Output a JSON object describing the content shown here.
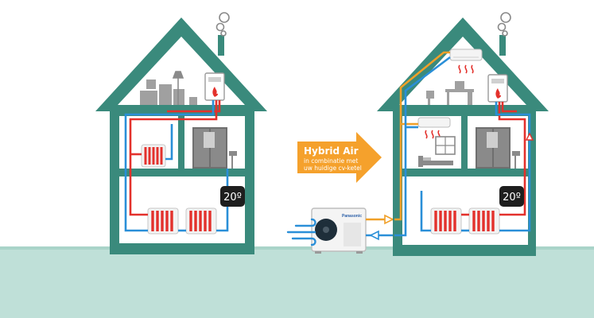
{
  "colors": {
    "house": "#3a8a7c",
    "house_dark": "#2c6e63",
    "interior": "#ffffff",
    "ground": "#bfe0d8",
    "ground_dark": "#a9d4c9",
    "hot_pipe": "#e3312c",
    "cold_pipe": "#2a8fd8",
    "air_pipe": "#f0a028",
    "arrow": "#f5a12c",
    "furniture": "#8a8a8a",
    "wind": "#2a8fd8"
  },
  "arrow": {
    "title": "Hybrid Air",
    "line1": "in combinatie met",
    "line2": "uw huidige cv-ketel"
  },
  "left_house": {
    "thermostat": "20º"
  },
  "right_house": {
    "thermostat": "20º"
  },
  "outdoor_unit": {
    "brand": "Panasonic"
  },
  "icons": {
    "smoke_left": "smoke-icon",
    "smoke_right": "smoke-icon",
    "flame": "flame-icon",
    "fan": "fan-icon",
    "wind": "wind-icon"
  }
}
